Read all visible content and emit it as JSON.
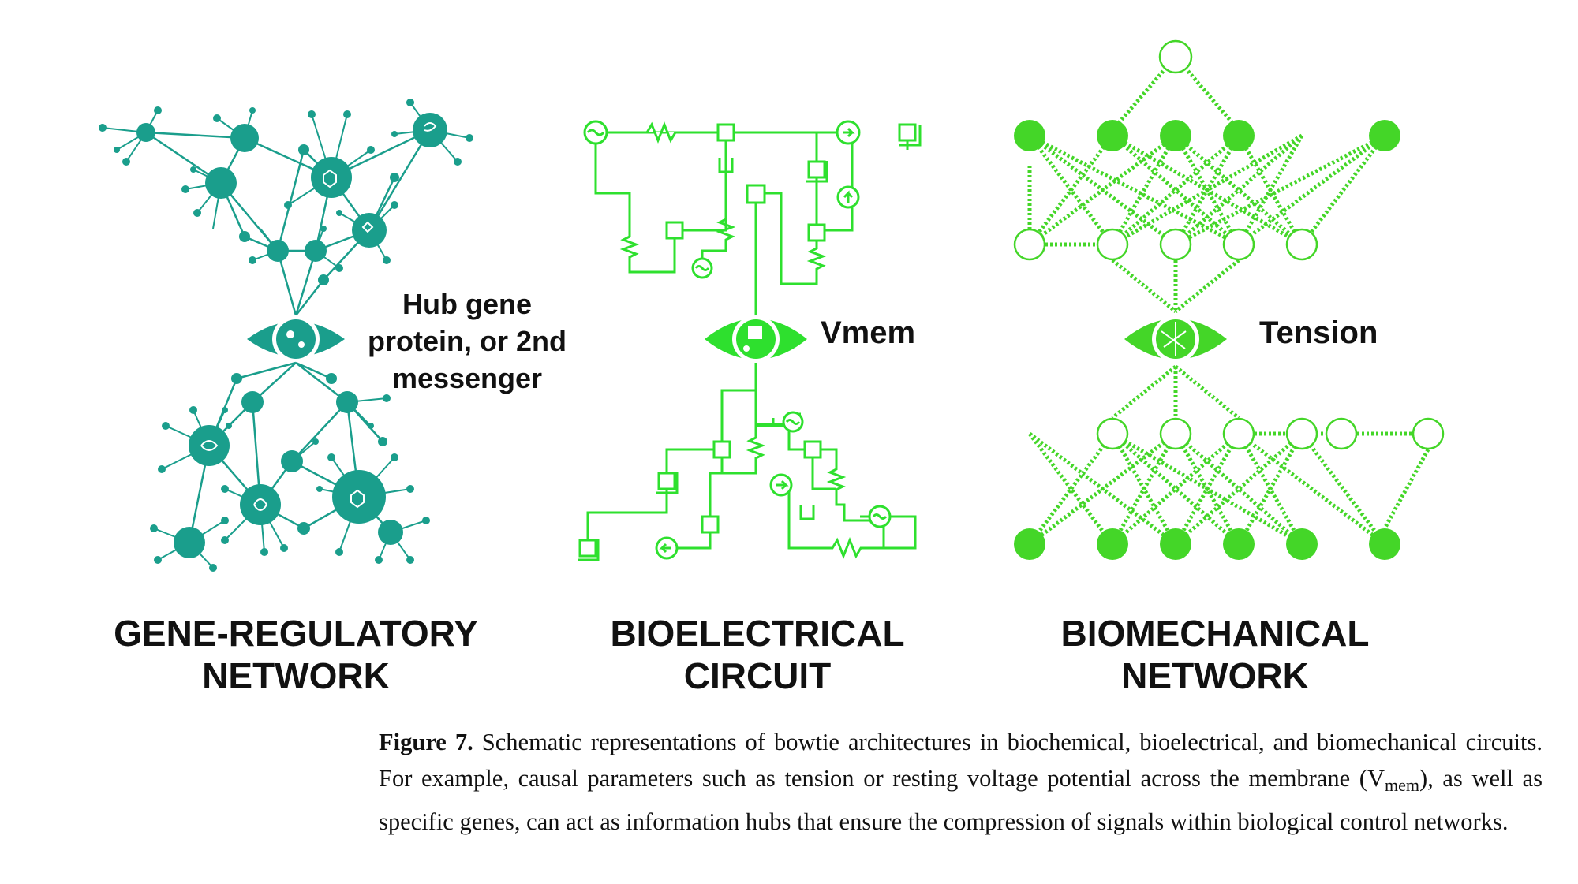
{
  "colors": {
    "gene": "#1a9e8c",
    "bioelectric": "#2ee02e",
    "biomech": "#44d628",
    "text": "#111111"
  },
  "panels": [
    {
      "title_line1": "GENE-REGULATORY",
      "title_line2": "NETWORK",
      "hub_label": [
        "Hub gene",
        "protein, or 2nd",
        "messenger"
      ]
    },
    {
      "title_line1": "BIOELECTRICAL",
      "title_line2": "CIRCUIT",
      "hub_label": [
        "Vmem"
      ]
    },
    {
      "title_line1": "BIOMECHANICAL",
      "title_line2": "NETWORK",
      "hub_label": [
        "Tension"
      ]
    }
  ],
  "caption": {
    "figure_label": "Figure 7.",
    "text_before_sub": " Schematic representations of bowtie architectures in biochemical, bioelectrical, and biomechanical circuits. For example, causal parameters such as tension or resting voltage potential across the membrane (V",
    "subscript": "mem",
    "text_after_sub": "), as well as specific genes, can act as information hubs that ensure the compression of signals within biological control networks."
  }
}
